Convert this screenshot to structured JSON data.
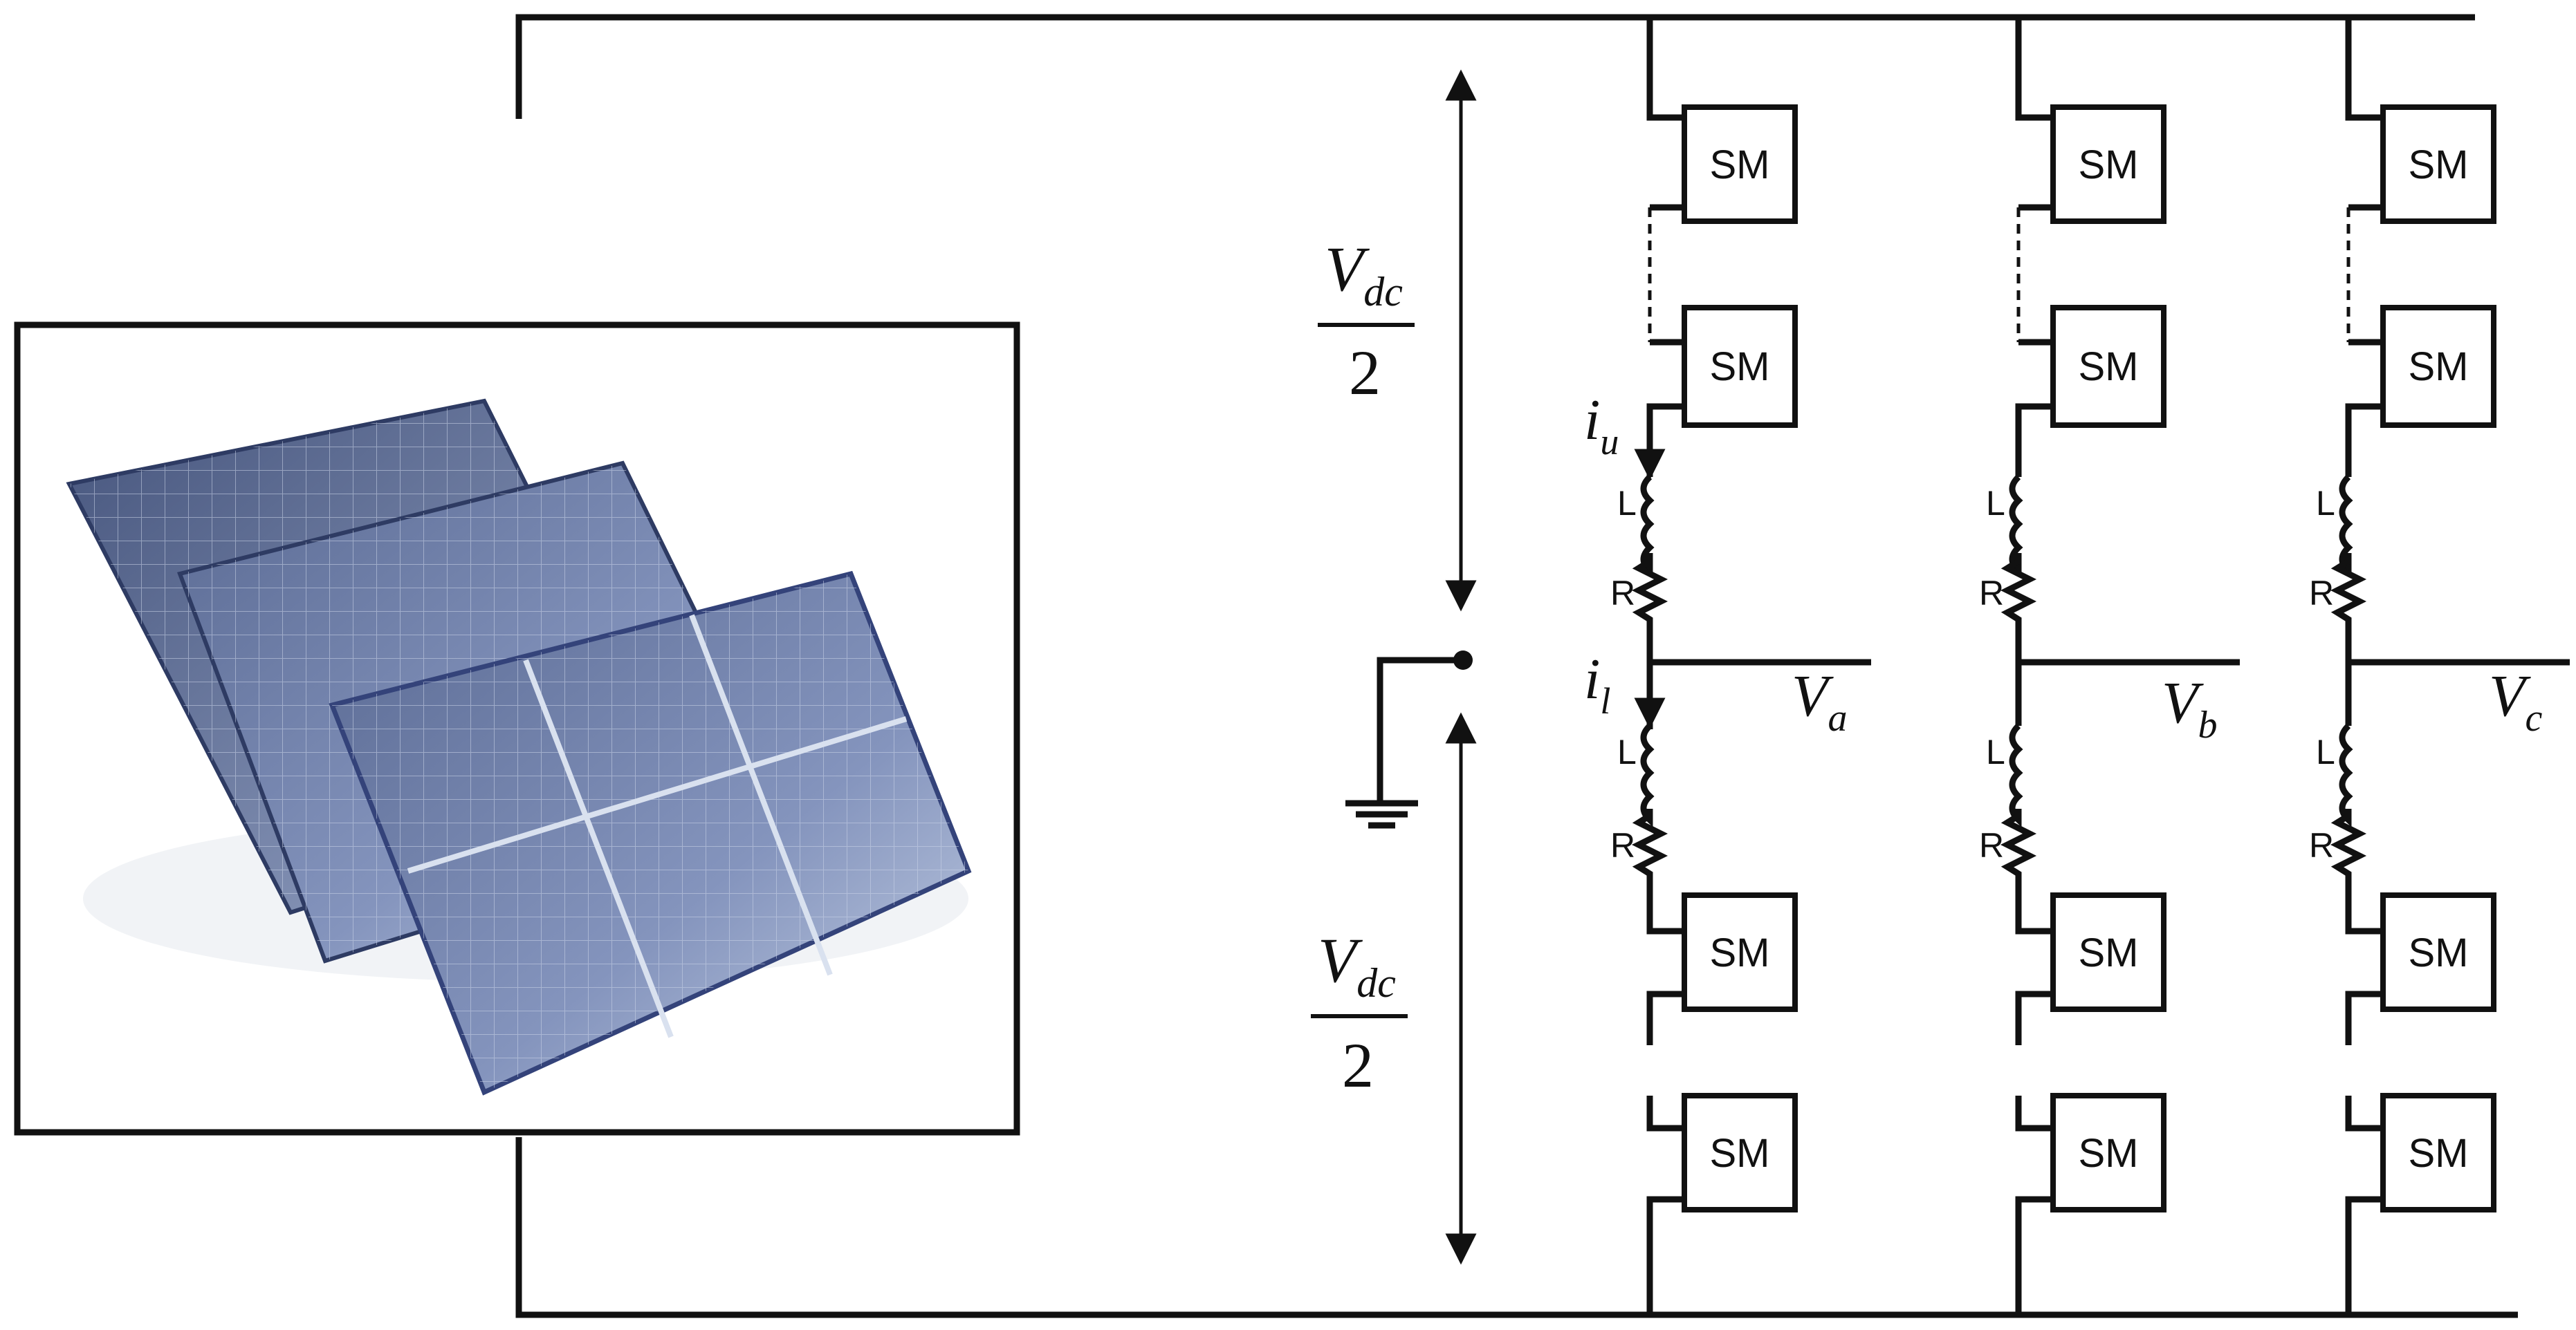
{
  "diagram": {
    "submodule_label": "SM",
    "inductor_label": "L",
    "resistor_label": "R",
    "upper_current": {
      "base": "i",
      "sub": "u"
    },
    "lower_current": {
      "base": "i",
      "sub": "l"
    },
    "dc_half_voltage": {
      "numerator_base": "V",
      "numerator_sub": "dc",
      "denominator": "2"
    },
    "phases": [
      {
        "base": "V",
        "sub": "a"
      },
      {
        "base": "V",
        "sub": "b"
      },
      {
        "base": "V",
        "sub": "c"
      }
    ]
  },
  "colors": {
    "line": "#111111",
    "background": "#ffffff",
    "panel_dark": "#3d4a6e",
    "panel_light": "#aebbd6"
  }
}
